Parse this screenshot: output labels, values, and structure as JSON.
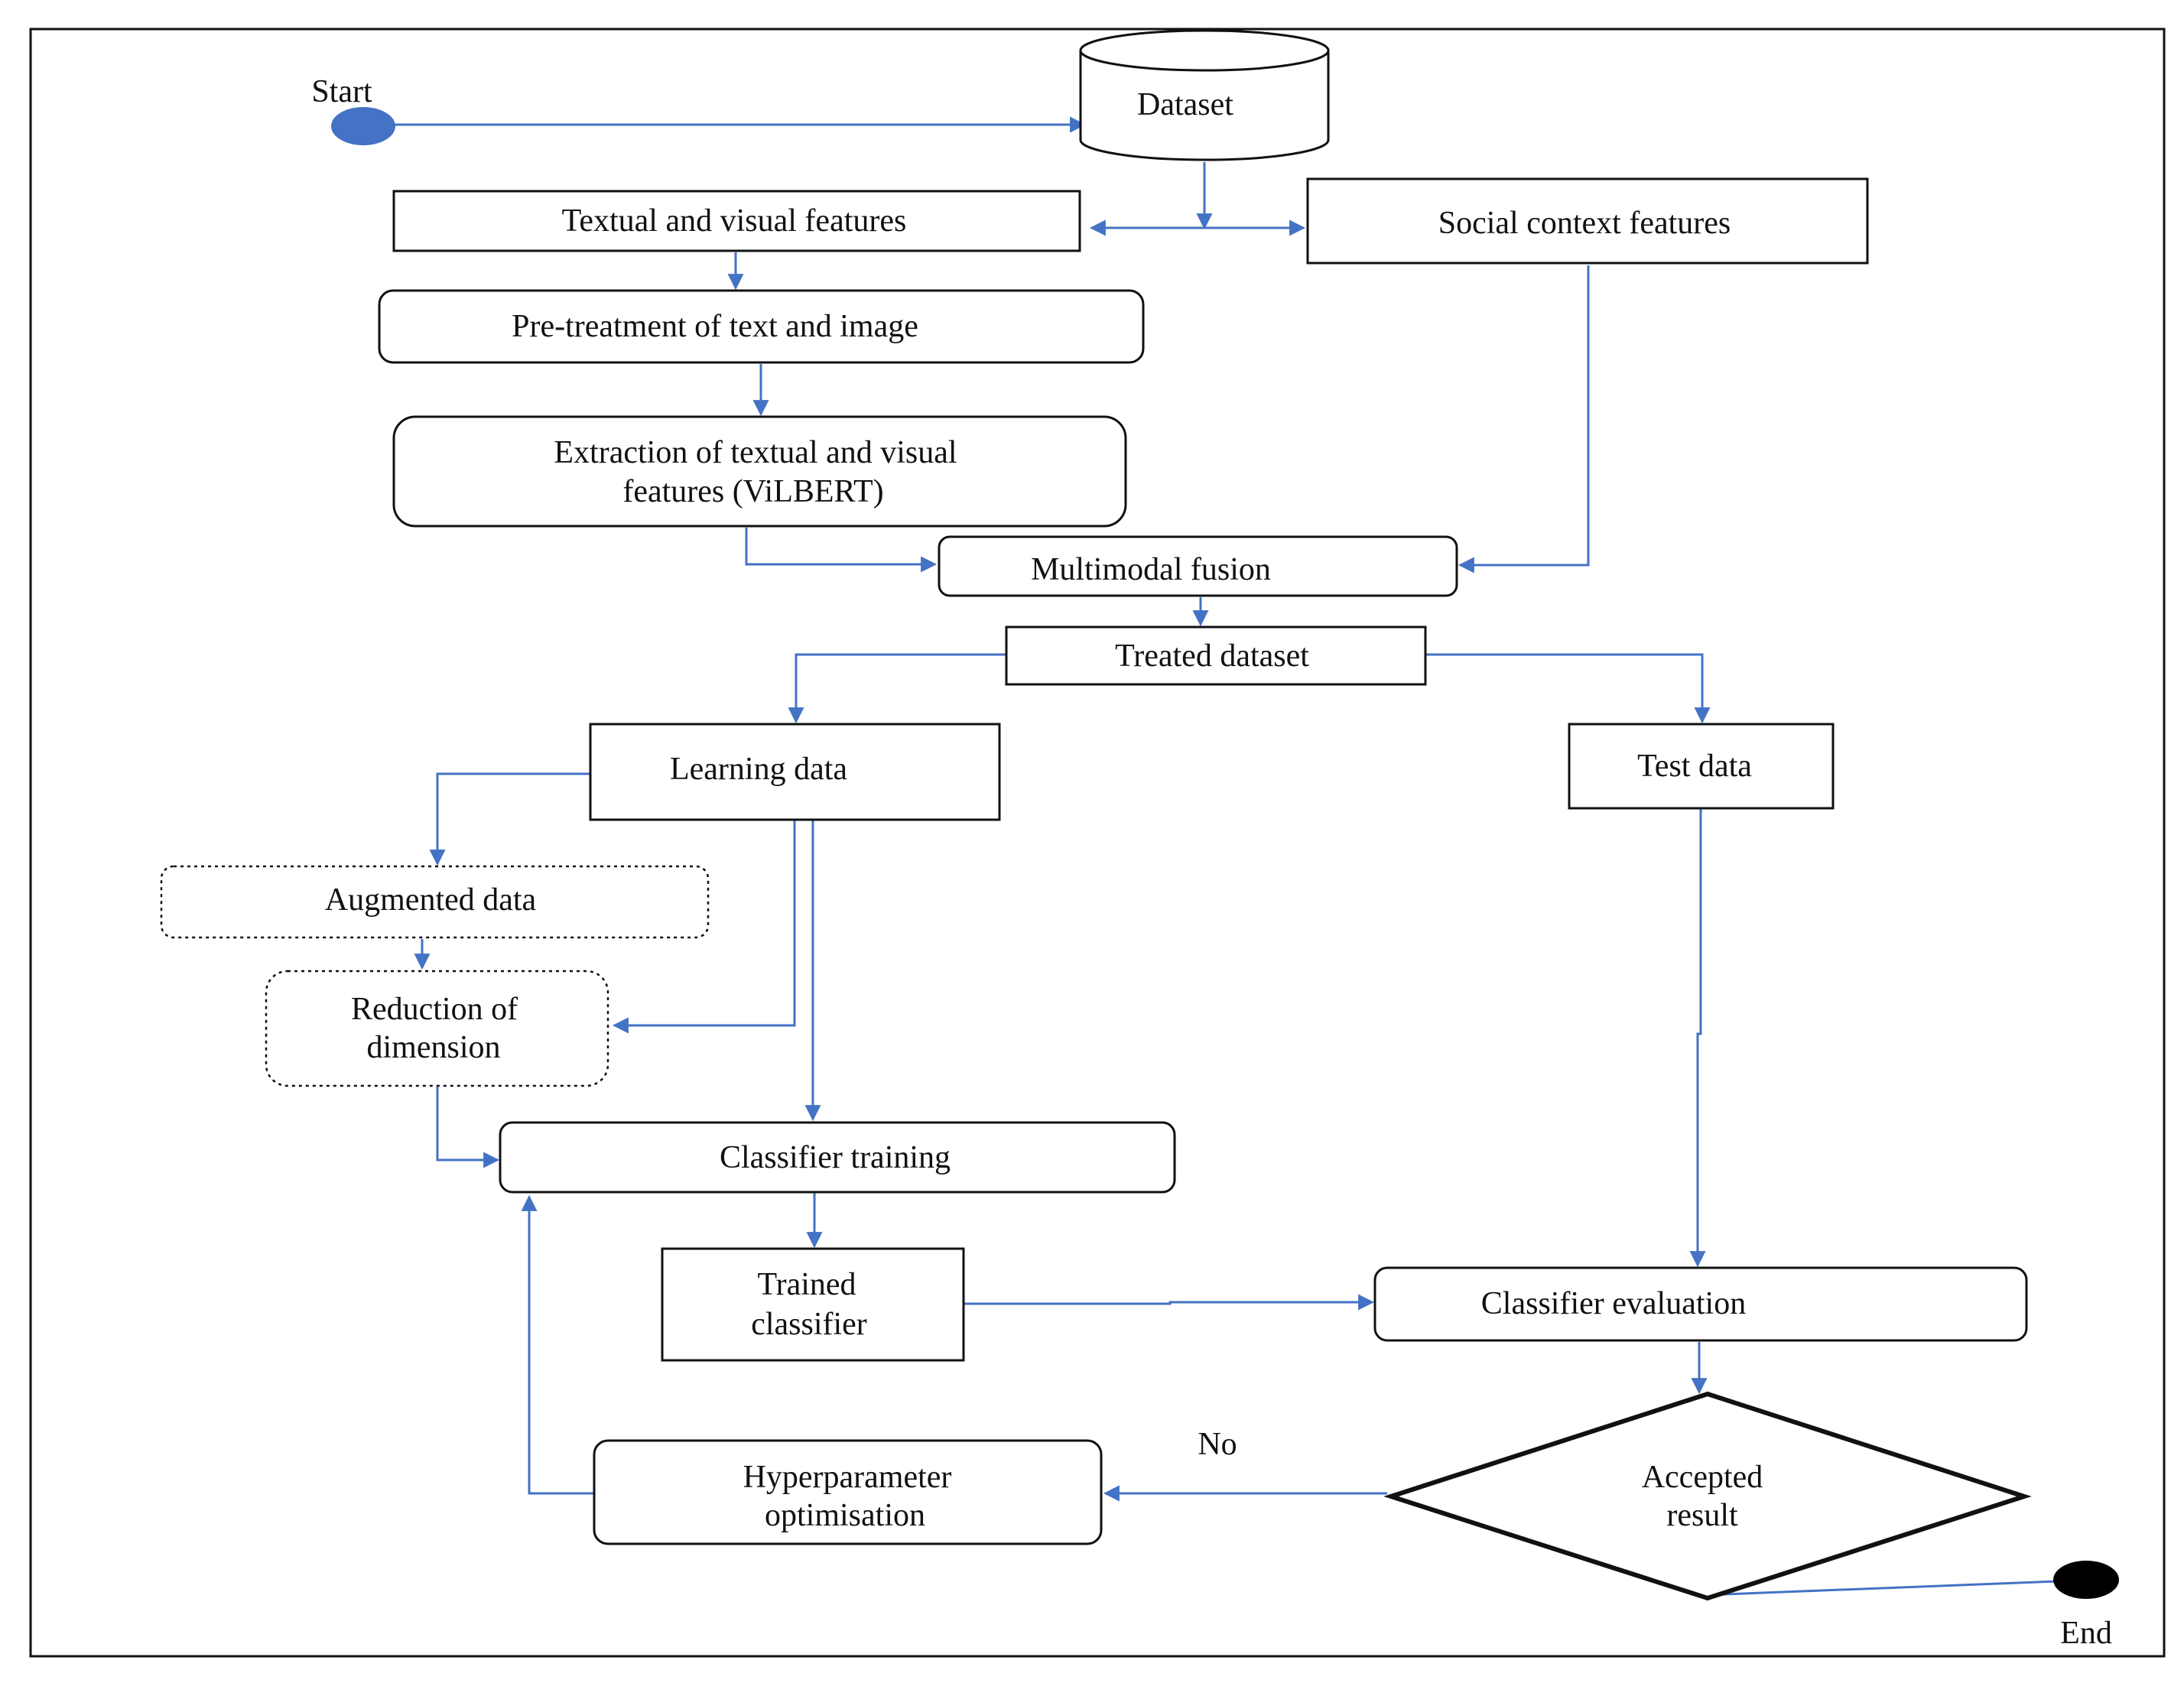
{
  "diagram": {
    "colors": {
      "arrow": "#4472c4",
      "start_node": "#4472c4",
      "end_node": "#000000",
      "box_stroke": "#111111"
    },
    "nodes": {
      "start": {
        "label": "Start"
      },
      "end": {
        "label": "End"
      },
      "dataset": {
        "label": "Dataset"
      },
      "textual_visual": {
        "label": "Textual and visual features"
      },
      "social_context": {
        "label": "Social context features"
      },
      "pretreatment": {
        "label": "Pre-treatment of text and image"
      },
      "extraction": {
        "line1": "Extraction of textual and visual",
        "line2": "features (ViLBERT)"
      },
      "fusion": {
        "label": "Multimodal fusion"
      },
      "treated": {
        "label": "Treated dataset"
      },
      "learning": {
        "label": "Learning data"
      },
      "test": {
        "label": "Test data"
      },
      "augmented": {
        "label": "Augmented data"
      },
      "reduction": {
        "line1": "Reduction of",
        "line2": "dimension"
      },
      "training": {
        "label": "Classifier training"
      },
      "trained": {
        "line1": "Trained",
        "line2": "classifier"
      },
      "evaluation": {
        "label": "Classifier evaluation"
      },
      "accepted": {
        "line1": "Accepted",
        "line2": "result"
      },
      "hyperparam": {
        "line1": "Hyperparameter",
        "line2": "optimisation"
      }
    },
    "edge_labels": {
      "no": "No"
    }
  }
}
